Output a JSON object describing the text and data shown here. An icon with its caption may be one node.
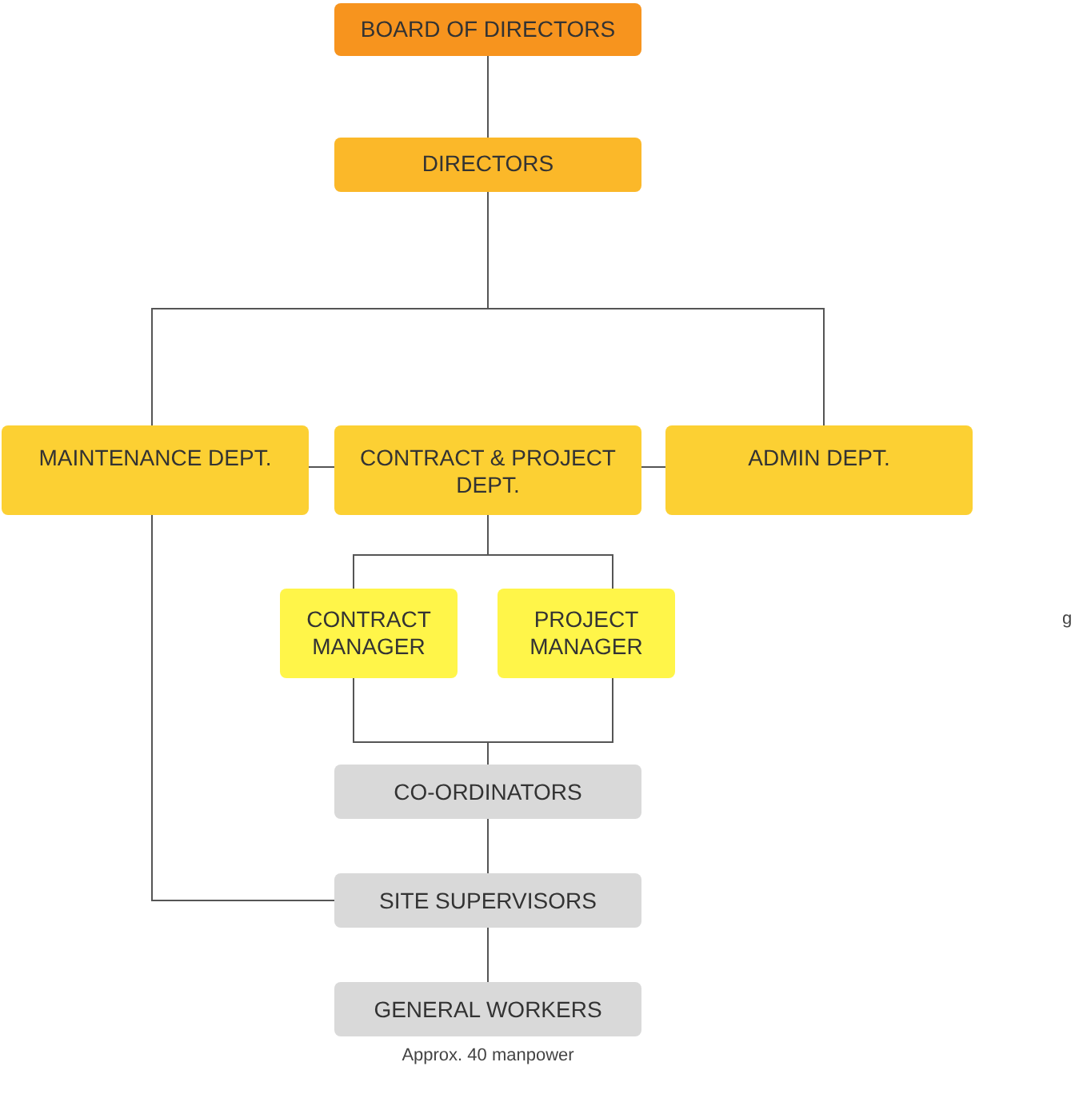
{
  "diagram": {
    "nodes": [
      {
        "text": [
          "BOARD OF DIRECTORS"
        ]
      },
      {
        "text": [
          "DIRECTORS"
        ]
      },
      {
        "text": [
          "MAINTENANCE DEPT."
        ]
      },
      {
        "text": [
          "CONTRACT & PROJECT DEPT."
        ]
      },
      {
        "text": [
          "ADMIN DEPT."
        ]
      },
      {
        "text": [
          "CONTRACT MANAGER"
        ]
      },
      {
        "text": [
          "PROJECT MANAGER"
        ]
      },
      {
        "text": [
          "CO-ORDINATORS"
        ]
      },
      {
        "text": [
          "SITE SUPERVISORS"
        ]
      },
      {
        "text": [
          "GENERAL WORKERS"
        ],
        "beside": [
          "Approx. 40 manpower"
        ]
      }
    ],
    "edges": [
      {
        "from": 0,
        "to": 1,
        "arrow": "none"
      },
      {
        "from": 1,
        "to": 2,
        "arrow": "none"
      },
      {
        "from": 1,
        "to": 4,
        "arrow": "none"
      },
      {
        "from": 2,
        "to": 3,
        "arrow": "none"
      },
      {
        "from": 3,
        "to": 4,
        "arrow": "none"
      },
      {
        "from": 3,
        "to": 5,
        "arrow": "none"
      },
      {
        "from": 3,
        "to": 6,
        "arrow": "none"
      },
      {
        "from": 5,
        "to": 7,
        "arrow": "none"
      },
      {
        "from": 6,
        "to": 7,
        "arrow": "none"
      },
      {
        "from": 7,
        "to": 8,
        "arrow": "none"
      },
      {
        "from": 2,
        "to": 8,
        "arrow": "none"
      },
      {
        "from": 8,
        "to": 9,
        "arrow": "none"
      }
    ],
    "labels": [
      "g"
    ]
  }
}
